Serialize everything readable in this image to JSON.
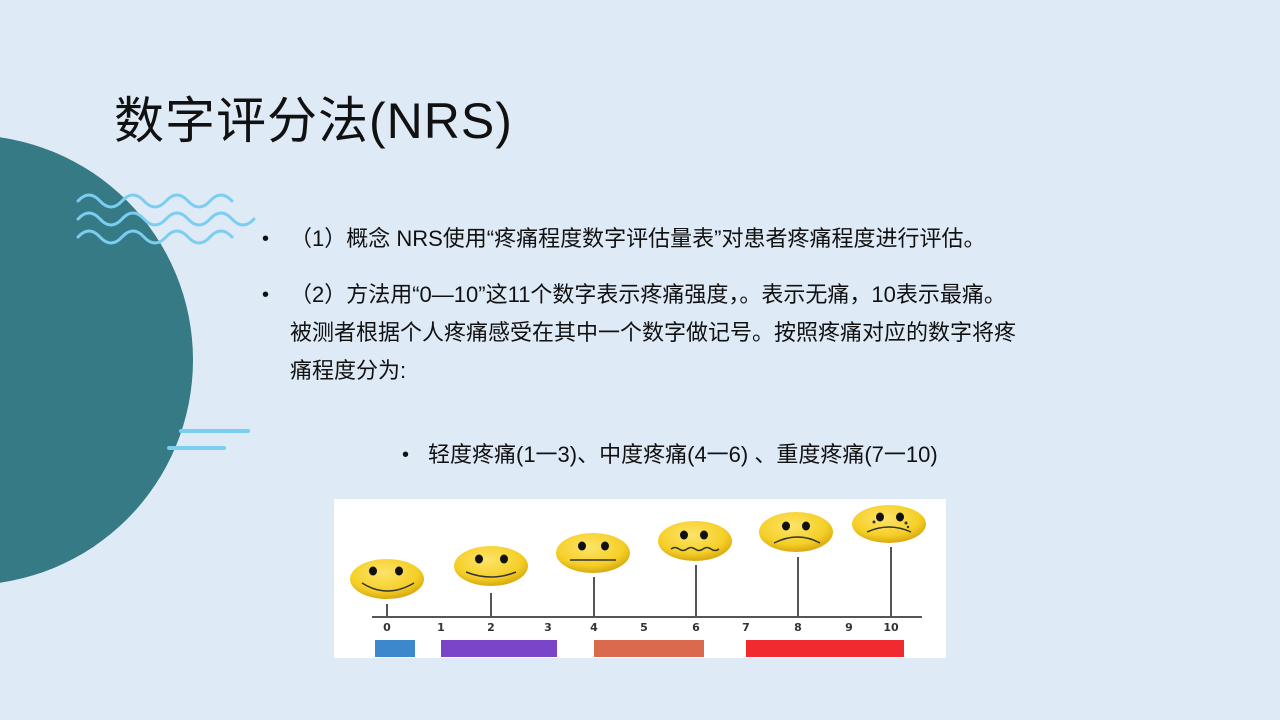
{
  "slide": {
    "title": "数字评分法(NRS)",
    "bullets": [
      {
        "lines": [
          "（1）概念 NRS使用“疼痛程度数字评估量表”对患者疼痛程度进行评估。"
        ]
      },
      {
        "lines": [
          "（2）方法用“0—10”这11个数字表示疼痛强度，。表示无痛，10表示最痛。",
          "被测者根据个人疼痛感受在其中一个数字做记号。按照疼痛对应的数字将疼",
          "痛程度分为:"
        ]
      }
    ],
    "sub_bullet": "轻度疼痛(1一3)、中度疼痛(4一6) 、重度疼痛(7一10)",
    "bullet_glyph": "•"
  },
  "pain_scale_image": {
    "tick_labels": [
      "0",
      "1",
      "2",
      "3",
      "4",
      "5",
      "6",
      "7",
      "8",
      "9",
      "10"
    ],
    "faces": [
      {
        "value": 0,
        "expression": "big-smile"
      },
      {
        "value": 2,
        "expression": "smile"
      },
      {
        "value": 4,
        "expression": "neutral"
      },
      {
        "value": 6,
        "expression": "wavy"
      },
      {
        "value": 8,
        "expression": "sad"
      },
      {
        "value": 10,
        "expression": "crying"
      }
    ],
    "bands": [
      {
        "range": "0",
        "color": "#3d87cc"
      },
      {
        "range": "1-3",
        "color": "#7b45c9"
      },
      {
        "range": "4-6",
        "color": "#d96a4e"
      },
      {
        "range": "7-10",
        "color": "#f02a2e"
      }
    ]
  },
  "colors": {
    "background": "#deeaf6",
    "circle": "#357a84",
    "wave": "#7ccdf2",
    "face_yellow": "#f5cf27"
  }
}
